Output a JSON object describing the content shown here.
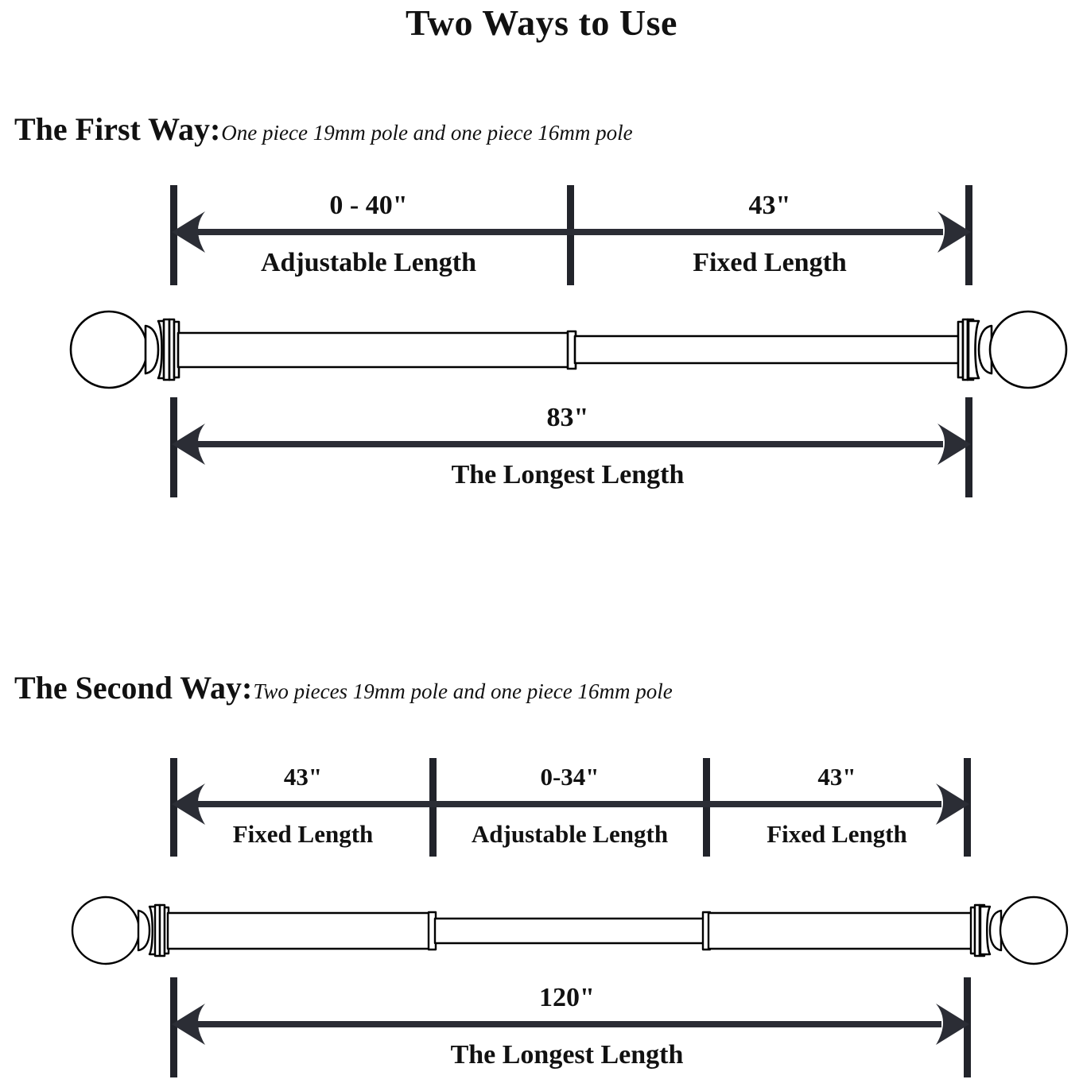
{
  "title": "Two Ways to Use",
  "sections": [
    {
      "heading_label": "The First Way:",
      "heading_desc": "One piece 19mm pole and one piece 16mm pole",
      "top_dimensions": [
        {
          "value": "0 - 40\"",
          "caption": "Adjustable Length"
        },
        {
          "value": "43\"",
          "caption": "Fixed Length"
        }
      ],
      "bottom_dimension": {
        "value": "83\"",
        "caption": "The Longest Length"
      }
    },
    {
      "heading_label": "The Second Way:",
      "heading_desc": "Two pieces 19mm pole and one piece 16mm pole",
      "top_dimensions": [
        {
          "value": "43\"",
          "caption": "Fixed Length"
        },
        {
          "value": "0-34\"",
          "caption": "Adjustable Length"
        },
        {
          "value": "43\"",
          "caption": "Fixed Length"
        }
      ],
      "bottom_dimension": {
        "value": "120\"",
        "caption": "The Longest Length"
      }
    }
  ],
  "colors": {
    "ink": "#111111",
    "rule": "#2b2d35",
    "outline": "#000000",
    "background": "#ffffff"
  },
  "icons": {
    "arrow_left": "arrow-left-icon",
    "arrow_right": "arrow-right-icon",
    "tick": "tick-mark-icon",
    "rod": "curtain-rod-icon",
    "finial": "ball-finial-icon"
  }
}
